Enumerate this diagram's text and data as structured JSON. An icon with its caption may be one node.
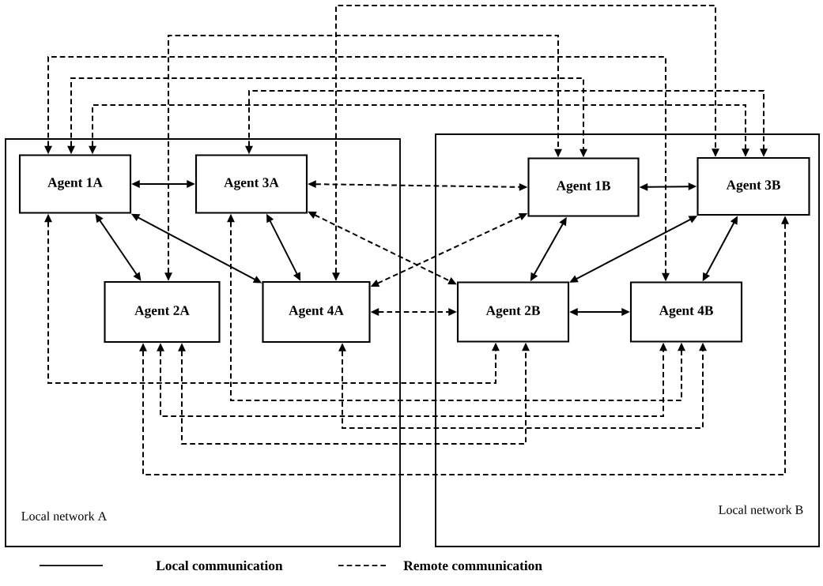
{
  "diagram": {
    "nodes": [
      {
        "text": [
          "Local network A"
        ]
      },
      {
        "text": [
          "Local network B"
        ]
      },
      {
        "text": [
          "Agent 1A"
        ],
        "in": 0
      },
      {
        "text": [
          "Agent 3A"
        ],
        "in": 0
      },
      {
        "text": [
          "Agent 2A"
        ],
        "in": 0
      },
      {
        "text": [
          "Agent 4A"
        ],
        "in": 0
      },
      {
        "text": [
          "Agent 1B"
        ],
        "in": 1
      },
      {
        "text": [
          "Agent 3B"
        ],
        "in": 1
      },
      {
        "text": [
          "Agent 2B"
        ],
        "in": 1
      },
      {
        "text": [
          "Agent 4B"
        ],
        "in": 1
      }
    ],
    "edges": [
      {
        "from": 2,
        "to": 3,
        "arrow": "both"
      },
      {
        "from": 2,
        "to": 4,
        "arrow": "both"
      },
      {
        "from": 2,
        "to": 5,
        "arrow": "both"
      },
      {
        "from": 3,
        "to": 5,
        "arrow": "both"
      },
      {
        "from": 6,
        "to": 7,
        "arrow": "both"
      },
      {
        "from": 6,
        "to": 8,
        "arrow": "both"
      },
      {
        "from": 7,
        "to": 8,
        "arrow": "both"
      },
      {
        "from": 7,
        "to": 9,
        "arrow": "both"
      },
      {
        "from": 8,
        "to": 9,
        "arrow": "both"
      },
      {
        "from": 3,
        "to": 6,
        "arrow": "both",
        "style": "dashed"
      },
      {
        "from": 3,
        "to": 8,
        "arrow": "both",
        "style": "dashed"
      },
      {
        "from": 5,
        "to": 6,
        "arrow": "both",
        "style": "dashed"
      },
      {
        "from": 5,
        "to": 8,
        "arrow": "both",
        "style": "dashed"
      },
      {
        "from": 5,
        "to": 7,
        "arrow": "both",
        "style": "dashed"
      },
      {
        "from": 4,
        "to": 6,
        "arrow": "both",
        "style": "dashed"
      },
      {
        "from": 2,
        "to": 9,
        "arrow": "both",
        "style": "dashed"
      },
      {
        "from": 2,
        "to": 6,
        "arrow": "both",
        "style": "dashed"
      },
      {
        "from": 3,
        "to": 7,
        "arrow": "both",
        "style": "dashed"
      },
      {
        "from": 2,
        "to": 7,
        "arrow": "both",
        "style": "dashed"
      },
      {
        "from": 2,
        "to": 8,
        "arrow": "both",
        "style": "dashed"
      },
      {
        "from": 3,
        "to": 9,
        "arrow": "both",
        "style": "dashed"
      },
      {
        "from": 4,
        "to": 9,
        "arrow": "both",
        "style": "dashed"
      },
      {
        "from": 5,
        "to": 9,
        "arrow": "both",
        "style": "dashed"
      },
      {
        "from": 4,
        "to": 8,
        "arrow": "both",
        "style": "dashed"
      },
      {
        "from": 4,
        "to": 7,
        "arrow": "both",
        "style": "dashed"
      }
    ],
    "legend": [
      {
        "text": "Local communication"
      },
      {
        "text": "Remote communication"
      }
    ]
  }
}
